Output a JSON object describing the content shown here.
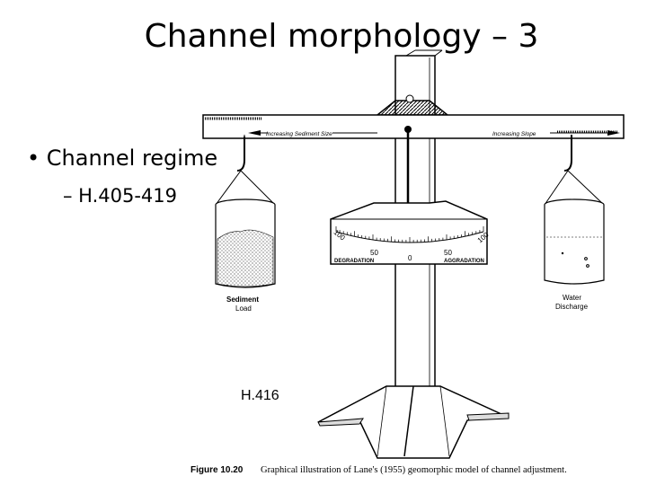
{
  "slide": {
    "title": "Channel morphology – 3",
    "bullet": "• Channel regime",
    "sub_bullet": "– H.405-419",
    "page_ref": "H.416"
  },
  "figure": {
    "beam_left_label": "Increasing  Sediment  Size",
    "beam_right_label": "Increasing  Slope",
    "scale_left": "DEGRADATION",
    "scale_right": "AGGRADATION",
    "scale_ticks": [
      "100",
      "50",
      "0",
      "50",
      "100"
    ],
    "sediment_label_1": "Sediment",
    "sediment_label_2": "Load",
    "water_label_1": "Water",
    "water_label_2": "Discharge",
    "caption_prefix": "Figure  10.20",
    "caption_text": "Graphical illustration of Lane's (1955) geomorphic model of channel adjustment."
  }
}
